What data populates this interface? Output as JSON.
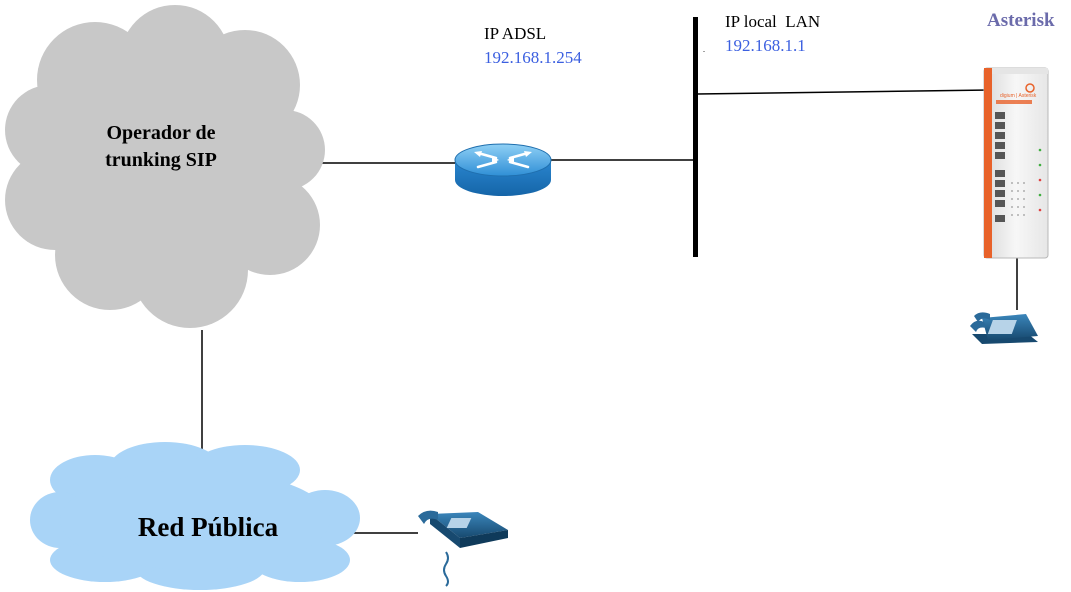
{
  "cloud_sip": {
    "line1": "Operador de",
    "line2": "trunking SIP",
    "color": "#c8c8c8"
  },
  "cloud_public": {
    "label": "Red Pública",
    "color": "#a9d4f7"
  },
  "adsl": {
    "title": "IP ADSL",
    "ip": "192.168.1.254"
  },
  "lan": {
    "title": "IP local  LAN",
    "ip": "192.168.1.1"
  },
  "device": {
    "title": "Asterisk",
    "logo_text": "digium | Asterisk",
    "accent": "#e8622a"
  },
  "colors": {
    "ip_text": "#3b5fe0",
    "router": "#2f8fd6",
    "phone": "#1f5f8f",
    "line": "#000000"
  }
}
